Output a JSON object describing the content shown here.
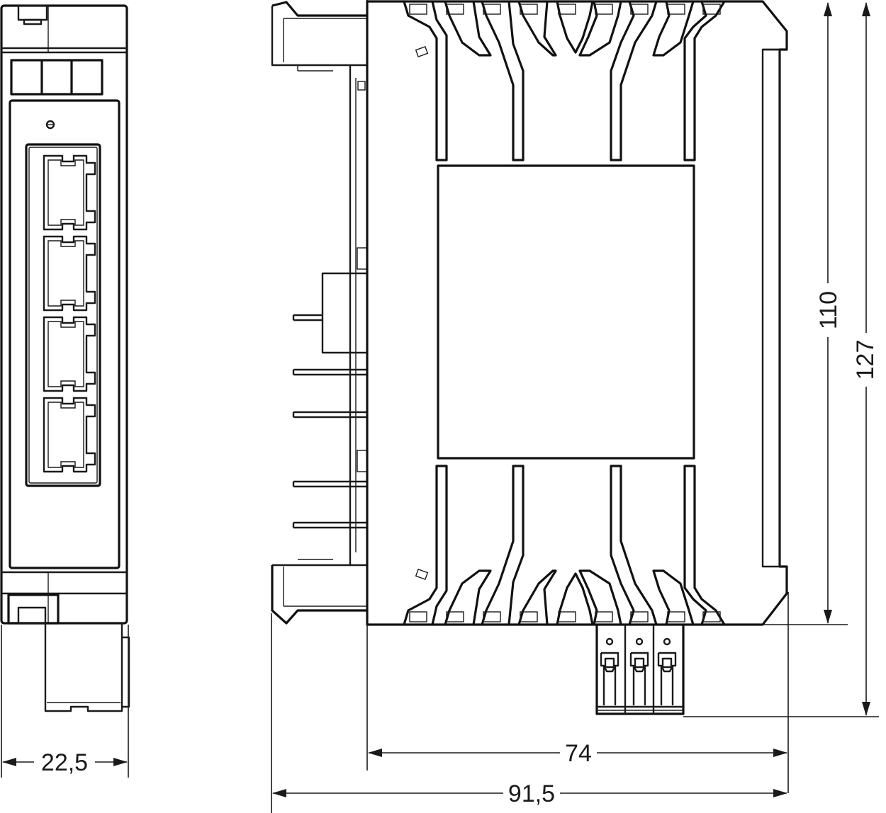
{
  "dimensions": {
    "width_front": "22,5",
    "depth_74": "74",
    "depth_91_5": "91,5",
    "height_110": "110",
    "height_127": "127"
  },
  "front_view": {
    "port_count": 4
  },
  "colors": {
    "line": "#1a1a1a",
    "background": "#ffffff"
  }
}
